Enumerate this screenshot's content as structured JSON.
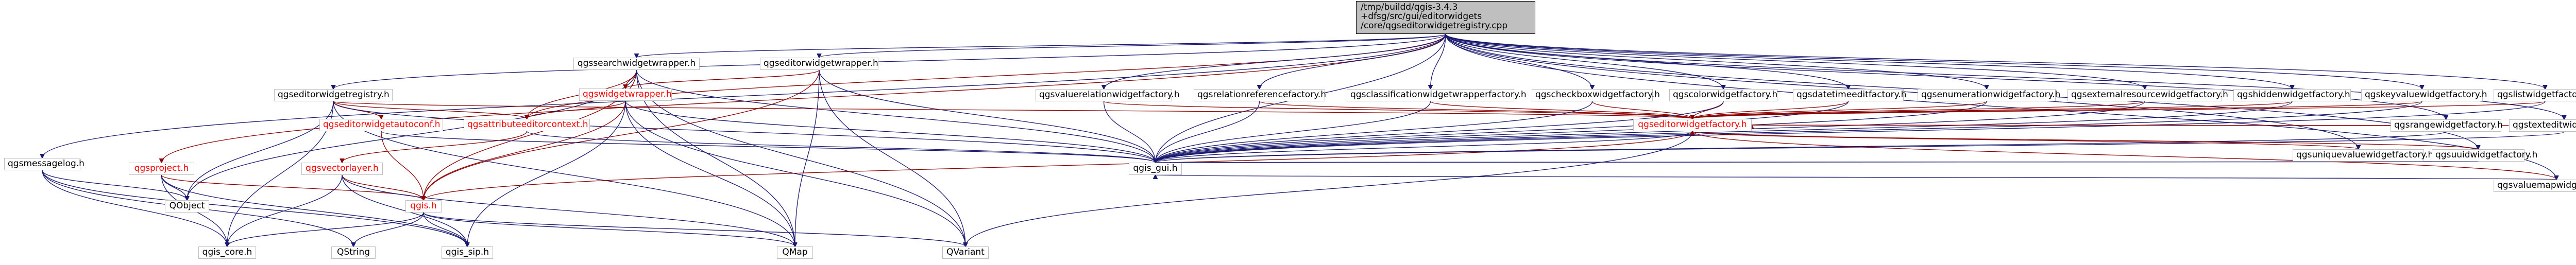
{
  "nodes": {
    "root": {
      "lines": [
        "/tmp/buildd/qgis-3.4.3",
        "+dfsg/src/gui/editorwidgets",
        "/core/qgseditorwidgetregistry.cpp"
      ]
    },
    "searchwidgetwrapper": {
      "label": "qgssearchwidgetwrapper.h"
    },
    "editorwidgetwrapper": {
      "label": "qgseditorwidgetwrapper.h"
    },
    "editorwidgetregistry": {
      "label": "qgseditorwidgetregistry.h"
    },
    "messagelog": {
      "label": "qgsmessagelog.h"
    },
    "project": {
      "label": "qgsproject.h"
    },
    "widgetwrapper": {
      "label": "qgswidgetwrapper.h"
    },
    "editorwidgetautoconf": {
      "label": "qgseditorwidgetautoconf.h"
    },
    "attributeeditorcontext": {
      "label": "qgsattributeeditorcontext.h"
    },
    "vectorlayer": {
      "label": "qgsvectorlayer.h"
    },
    "qgis": {
      "label": "qgis.h"
    },
    "qobject": {
      "label": "QObject"
    },
    "qgscore": {
      "label": "qgis_core.h"
    },
    "qstring": {
      "label": "QString"
    },
    "qgissip": {
      "label": "qgis_sip.h"
    },
    "qmap": {
      "label": "QMap"
    },
    "qvariant": {
      "label": "QVariant"
    },
    "qgisgui": {
      "label": "qgis_gui.h"
    },
    "editorwidgetfactory": {
      "label": "qgseditorwidgetfactory.h"
    },
    "valuerelation": {
      "label": "qgsvaluerelationwidgetfactory.h"
    },
    "relationreference": {
      "label": "qgsrelationreferencefactory.h"
    },
    "classification": {
      "label": "qgsclassificationwidgetwrapperfactory.h"
    },
    "checkbox": {
      "label": "qgscheckboxwidgetfactory.h"
    },
    "color": {
      "label": "qgscolorwidgetfactory.h"
    },
    "datetime": {
      "label": "qgsdatetimeeditfactory.h"
    },
    "enumeration": {
      "label": "qgsenumerationwidgetfactory.h"
    },
    "externalresource": {
      "label": "qgsexternalresourcewidgetfactory.h"
    },
    "hidden": {
      "label": "qgshiddenwidgetfactory.h"
    },
    "keyvalue": {
      "label": "qgskeyvaluewidgetfactory.h"
    },
    "list": {
      "label": "qgslistwidgetfactory.h"
    },
    "range": {
      "label": "qgsrangewidgetfactory.h"
    },
    "textedit": {
      "label": "qgstexteditwidgetfactory.h"
    },
    "uniquevalue": {
      "label": "qgsuniquevaluewidgetfactory.h"
    },
    "uuid": {
      "label": "qgsuuidwidgetfactory.h"
    },
    "valuemap": {
      "label": "qgsvaluemapwidgetfactory.h"
    }
  },
  "edges": [
    [
      "root",
      "searchwidgetwrapper"
    ],
    [
      "root",
      "editorwidgetwrapper"
    ],
    [
      "root",
      "editorwidgetregistry"
    ],
    [
      "root",
      "messagelog"
    ],
    [
      "root",
      "project"
    ],
    [
      "root",
      "attributeeditorcontext"
    ],
    [
      "root",
      "qgisgui"
    ],
    [
      "root",
      "valuerelation"
    ],
    [
      "root",
      "relationreference"
    ],
    [
      "root",
      "classification"
    ],
    [
      "root",
      "checkbox"
    ],
    [
      "root",
      "color"
    ],
    [
      "root",
      "datetime"
    ],
    [
      "root",
      "enumeration"
    ],
    [
      "root",
      "externalresource"
    ],
    [
      "root",
      "hidden"
    ],
    [
      "root",
      "keyvalue"
    ],
    [
      "root",
      "list"
    ],
    [
      "root",
      "range"
    ],
    [
      "root",
      "textedit"
    ],
    [
      "root",
      "uniquevalue"
    ],
    [
      "root",
      "uuid"
    ],
    [
      "root",
      "valuemap"
    ],
    [
      "searchwidgetwrapper",
      "widgetwrapper"
    ],
    [
      "searchwidgetwrapper",
      "attributeeditorcontext"
    ],
    [
      "searchwidgetwrapper",
      "qgis"
    ],
    [
      "searchwidgetwrapper",
      "qgisgui"
    ],
    [
      "searchwidgetwrapper",
      "qobject"
    ],
    [
      "searchwidgetwrapper",
      "qmap"
    ],
    [
      "searchwidgetwrapper",
      "qvariant"
    ],
    [
      "editorwidgetwrapper",
      "widgetwrapper"
    ],
    [
      "editorwidgetwrapper",
      "qgisgui"
    ],
    [
      "editorwidgetwrapper",
      "qmap"
    ],
    [
      "editorwidgetwrapper",
      "qvariant"
    ],
    [
      "editorwidgetwrapper",
      "qgis"
    ],
    [
      "editorwidgetregistry",
      "editorwidgetautoconf"
    ],
    [
      "editorwidgetregistry",
      "attributeeditorcontext"
    ],
    [
      "editorwidgetregistry",
      "qgisgui"
    ],
    [
      "editorwidgetregistry",
      "qobject"
    ],
    [
      "editorwidgetregistry",
      "qmap"
    ],
    [
      "editorwidgetregistry",
      "qgscore"
    ],
    [
      "editorwidgetregistry",
      "editorwidgetfactory"
    ],
    [
      "messagelog",
      "qgscore"
    ],
    [
      "messagelog",
      "qobject"
    ],
    [
      "messagelog",
      "qstring"
    ],
    [
      "messagelog",
      "qgissip"
    ],
    [
      "project",
      "qgis"
    ],
    [
      "project",
      "qobject"
    ],
    [
      "project",
      "qgscore"
    ],
    [
      "project",
      "qgissip"
    ],
    [
      "widgetwrapper",
      "attributeeditorcontext"
    ],
    [
      "widgetwrapper",
      "qgis"
    ],
    [
      "widgetwrapper",
      "qgisgui"
    ],
    [
      "widgetwrapper",
      "qmap"
    ],
    [
      "widgetwrapper",
      "qvariant"
    ],
    [
      "widgetwrapper",
      "qgissip"
    ],
    [
      "editorwidgetautoconf",
      "qgis"
    ],
    [
      "editorwidgetautoconf",
      "qgisgui"
    ],
    [
      "attributeeditorcontext",
      "vectorlayer"
    ],
    [
      "attributeeditorcontext",
      "qgisgui"
    ],
    [
      "vectorlayer",
      "qgis"
    ],
    [
      "vectorlayer",
      "qgscore"
    ],
    [
      "vectorlayer",
      "qmap"
    ],
    [
      "vectorlayer",
      "qgissip"
    ],
    [
      "qgis",
      "qgscore"
    ],
    [
      "qgis",
      "qstring"
    ],
    [
      "qgis",
      "qgissip"
    ],
    [
      "qgis",
      "qmap"
    ],
    [
      "qgis",
      "qvariant"
    ],
    [
      "editorwidgetfactory",
      "qgisgui"
    ],
    [
      "editorwidgetfactory",
      "qgis"
    ],
    [
      "editorwidgetfactory",
      "qvariant"
    ],
    [
      "valuerelation",
      "editorwidgetfactory"
    ],
    [
      "valuerelation",
      "qgisgui"
    ],
    [
      "relationreference",
      "editorwidgetfactory"
    ],
    [
      "relationreference",
      "qgisgui"
    ],
    [
      "classification",
      "editorwidgetfactory"
    ],
    [
      "classification",
      "qgisgui"
    ],
    [
      "checkbox",
      "editorwidgetfactory"
    ],
    [
      "checkbox",
      "qgisgui"
    ],
    [
      "color",
      "editorwidgetfactory"
    ],
    [
      "color",
      "qgisgui"
    ],
    [
      "datetime",
      "editorwidgetfactory"
    ],
    [
      "datetime",
      "qgisgui"
    ],
    [
      "enumeration",
      "editorwidgetfactory"
    ],
    [
      "enumeration",
      "qgisgui"
    ],
    [
      "externalresource",
      "editorwidgetfactory"
    ],
    [
      "externalresource",
      "qgisgui"
    ],
    [
      "hidden",
      "editorwidgetfactory"
    ],
    [
      "hidden",
      "qgisgui"
    ],
    [
      "keyvalue",
      "editorwidgetfactory"
    ],
    [
      "keyvalue",
      "qgisgui"
    ],
    [
      "list",
      "editorwidgetfactory"
    ],
    [
      "list",
      "qgisgui"
    ],
    [
      "range",
      "editorwidgetfactory"
    ],
    [
      "range",
      "qgisgui"
    ],
    [
      "textedit",
      "editorwidgetfactory"
    ],
    [
      "textedit",
      "qgisgui"
    ],
    [
      "uniquevalue",
      "editorwidgetfactory"
    ],
    [
      "uniquevalue",
      "qgisgui"
    ],
    [
      "uuid",
      "editorwidgetfactory"
    ],
    [
      "uuid",
      "qgisgui"
    ],
    [
      "valuemap",
      "editorwidgetfactory"
    ],
    [
      "valuemap",
      "qgisgui"
    ]
  ],
  "red_nodes": [
    "project",
    "widgetwrapper",
    "editorwidgetautoconf",
    "attributeeditorcontext",
    "vectorlayer",
    "qgis",
    "editorwidgetfactory"
  ]
}
